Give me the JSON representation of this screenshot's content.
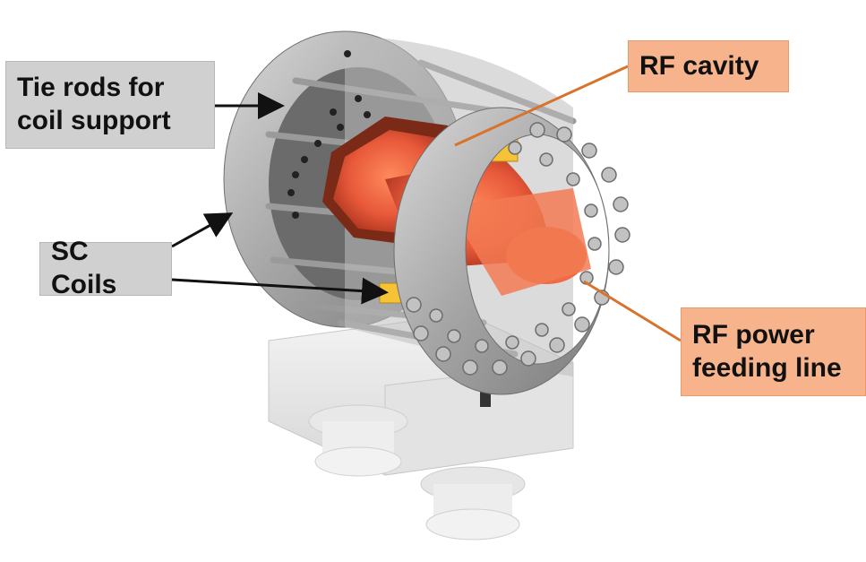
{
  "labels": {
    "tie_rods": "Tie rods for\ncoil support",
    "sc_coils": "SC Coils",
    "rf_cavity": "RF cavity",
    "rf_power": "RF power\nfeeding line"
  },
  "colors": {
    "gray_label": "#d0d0d0",
    "orange_label": "#f7b48c",
    "black_arrow": "#111111",
    "orange_arrow": "#d8732c",
    "copper": "#e8593a",
    "steel": "#a9a9a9",
    "coil": "#f6c236"
  }
}
